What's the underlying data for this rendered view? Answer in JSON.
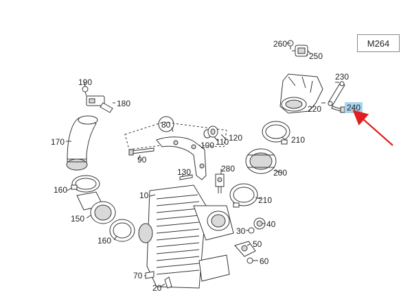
{
  "model_code": "M264",
  "part_labels": {
    "p260": "260",
    "p250": "250",
    "p230": "230",
    "p220": "220",
    "p240": "240",
    "p190": "190",
    "p180": "180",
    "p170": "170",
    "p80": "80",
    "p100": "100",
    "p110": "110",
    "p120": "120",
    "p210a": "210",
    "p90": "90",
    "p130": "130",
    "p280": "280",
    "p200": "200",
    "p160a": "160",
    "p10": "10",
    "p210b": "210",
    "p150": "150",
    "p30": "30",
    "p40": "40",
    "p160b": "160",
    "p50": "50",
    "p60": "60",
    "p70": "70",
    "p20": "20"
  },
  "highlight": {
    "part": "240",
    "color": "#a8d4f0"
  },
  "arrow_color": "#e02020"
}
